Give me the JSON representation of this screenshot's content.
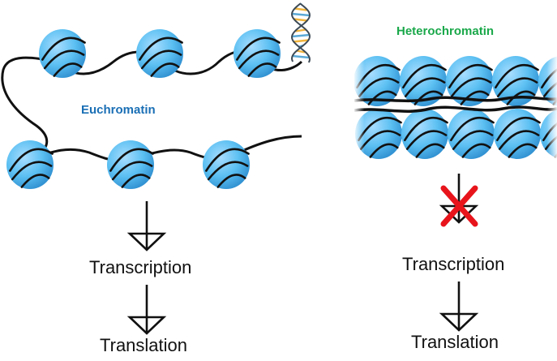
{
  "euchromatin": {
    "label": "Euchromatin",
    "label_color": "#1a6fb5",
    "steps": [
      "Transcription",
      "Translation"
    ],
    "blocked": false
  },
  "heterochromatin": {
    "label": "Heterochromatin",
    "label_color": "#1aa84a",
    "steps": [
      "Transcription",
      "Translation"
    ],
    "blocked": true
  },
  "colors": {
    "nucleosome_light": "#a8ddff",
    "nucleosome_mid": "#5cc0f2",
    "nucleosome_dark": "#2f8fd0",
    "dna_strand": "#111111",
    "arrow": "#111111",
    "block_mark": "#e8141c",
    "helix_a": "#5aa9d6",
    "helix_b": "#f0b43c"
  },
  "icons": {
    "dna_helix": "dna-helix-icon",
    "blocked": "red-x-icon"
  }
}
